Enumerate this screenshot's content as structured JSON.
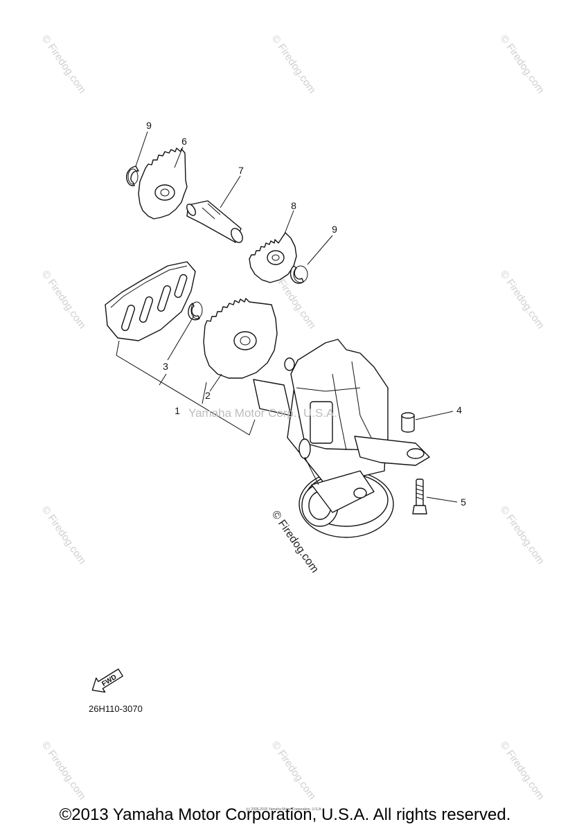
{
  "diagram": {
    "part_numbers": {
      "p1": "1",
      "p2": "2",
      "p3": "3",
      "p4": "4",
      "p5": "5",
      "p6": "6",
      "p7": "7",
      "p8": "8",
      "p9a": "9",
      "p9b": "9"
    },
    "diagram_code": "26H110-3070",
    "fwd_label": "FWD",
    "watermark_center": "Yamaha Motor Corp., U.S.A.",
    "watermark_site": "© Firedog.com",
    "watermark_tile": "© Firedog.com",
    "tiny_copyright": "(c) 2005-2015 Yamaha Motor Corporation, U.S.A."
  },
  "footer": {
    "copyright": "©2013 Yamaha Motor Corporation, U.S.A. All rights reserved."
  }
}
